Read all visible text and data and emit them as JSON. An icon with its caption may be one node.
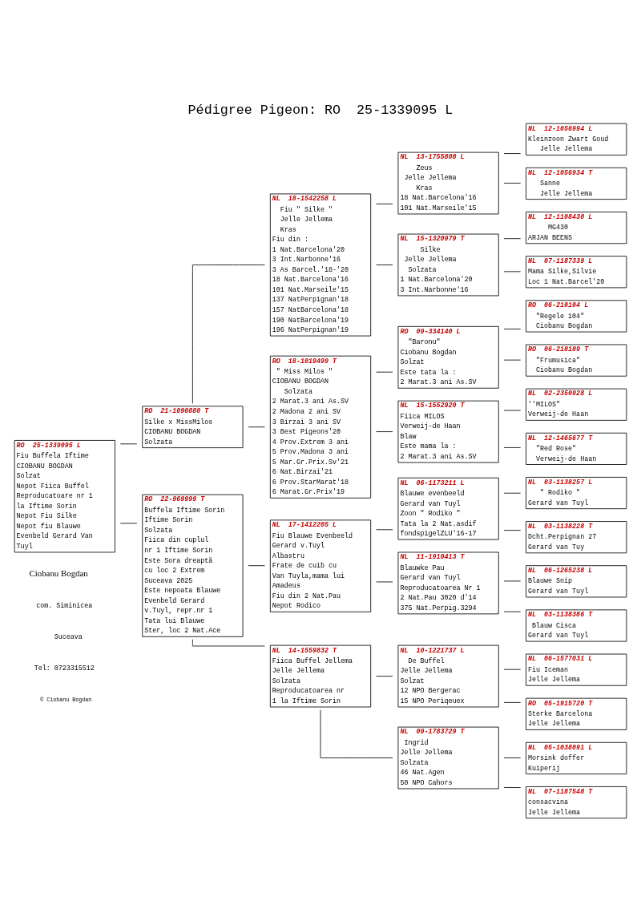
{
  "diagram": {
    "title": "Pédigree Pigeon: RO  25-1339095 L",
    "nodes": [
      {
        "text": [
          "RO  25-1339095 L",
          "Fiu Buffela Iftime",
          "CIOBANU BOGDAN",
          "Solzat",
          "Nepot Fiica Buffel",
          "Reproducatoare nr 1",
          "la Iftime Sorin",
          "Nepot Fiu Silke",
          "Nepot fiu Blauwe",
          "Evenbeld Gerard Van",
          "Tuyl"
        ]
      },
      {
        "text": [
          "RO  21-1090880 T",
          "Silke x MissMilos",
          "CIOBANU BOGDAN",
          "Solzata"
        ]
      },
      {
        "text": [
          "RO  22-969999 T",
          "Buffela Iftime Sorin",
          "Iftime Sorin",
          "Solzata",
          "Fiica din cuplul",
          "nr 1 Iftime Sorin",
          "Este Sora dreaptă",
          "cu loc 2 Extrem",
          "Suceava 2025",
          "Este nepoata Blauwe",
          "Evenbeld Gerard",
          "v.Tuyl, repr.nr 1",
          "Tata lui Blauwe",
          "Ster, loc 2 Nat.Ace"
        ]
      },
      {
        "text": [
          "NL  18-1542258 L",
          "  Fiu \" Silke \"",
          "  Jelle Jellema",
          "  Kras",
          "Fiu din :",
          "1 Nat.Barcelona'20",
          "3 Int.Narbonne'16",
          "3 As Barcel.'18-'20",
          "18 Nat.Barcelona'16",
          "101 Nat.Marseile'15",
          "137 NatPerpignan'18",
          "157 NatBarcelona'18",
          "190 NatBarcelona'19",
          "196 NatPerpignan'19"
        ]
      },
      {
        "text": [
          "RO  18-1019499 T",
          " \" Miss Milos \"",
          "CIOBANU BOGDAN",
          "   Solzata",
          "2 Marat.3 ani As.SV",
          "2 Madona 2 ani SV",
          "3 Birzai 3 ani SV",
          "3 Best Pigeons'20",
          "4 Prov.Extrem 3 ani",
          "5 Prov.Madona 3 ani",
          "5 Mar.Gr.Prix.Sv'21",
          "6 Nat.Birzai'21",
          "6 Prov.StarMarat'18",
          "6 Marat.Gr.Prix'19"
        ]
      },
      {
        "text": [
          "NL  17-1412205 L",
          "Fiu Blauwe Evenbeeld",
          "Gerard v.Tuyl",
          "Albastru",
          "Frate de cuib cu",
          "Van Tuyla,mama lui",
          "Amadeus",
          "Fiu din 2 Nat.Pau",
          "Nepot Rodico"
        ]
      },
      {
        "text": [
          "NL  14-1559832 T",
          "Fiica Buffel Jellema",
          "Jelle Jellema",
          "Solzata",
          "Reproducatoarea nr",
          "1 la Iftime Sorin"
        ]
      },
      {
        "text": [
          "NL  13-1755808 L",
          "    Zeus",
          " Jelle Jellema",
          "    Kras",
          "18 Nat.Barcelona'16",
          "101 Nat.Marseile'15"
        ]
      },
      {
        "text": [
          "NL  15-1320979 T",
          "     Silke",
          " Jelle Jellema",
          "  Solzata",
          "1 Nat.Barcelona'20",
          "3 Int.Narbonne'16"
        ]
      },
      {
        "text": [
          "RO  09-334140 L",
          "  \"Baronu\"",
          "Ciobanu Bogdan",
          "Solzat",
          "Este tata la :",
          "2 Marat.3 ani As.SV"
        ]
      },
      {
        "text": [
          "NL  15-1552920 T",
          "Fiica MILOS",
          "Verweij-de Haan",
          "Blaw",
          "Este mama la :",
          "2 Marat.3 ani As.SV"
        ]
      },
      {
        "text": [
          "NL  06-1173211 L",
          "Blauwe evenbeeld",
          "Gerard van Tuyl",
          "Zoon \" Rodiko \"",
          "Tata la 2 Nat.asdif",
          "fondspigelZLU'16-17"
        ]
      },
      {
        "text": [
          "NL  11-1910413 T",
          "Blauwke Pau",
          "Gerard van Tuyl",
          "Reproducatoarea Nr 1",
          "2 Nat.Pau 3020 d'14",
          "375 Nat.Perpig.3294"
        ]
      },
      {
        "text": [
          "NL  10-1221737 L",
          "  De Buffel",
          "Jelle Jellema",
          "Solzat",
          "12 NPO Bergerac",
          "15 NPO Periqeuex"
        ]
      },
      {
        "text": [
          "NL  09-1783729 T",
          " Ingrid",
          "Jelle Jellema",
          "Solzata",
          "46 Nat.Agen",
          "50 NPO Cahors"
        ]
      },
      {
        "text": [
          "NL  12-1056994 L",
          "Kleinzoon Zwart Goud",
          "   Jelle Jellema"
        ]
      },
      {
        "text": [
          "NL  12-1056934 T",
          "   Sanne",
          "   Jelle Jellema"
        ]
      },
      {
        "text": [
          "NL  12-1108430 L",
          "     MG430",
          "ARJAN BEENS"
        ]
      },
      {
        "text": [
          "NL  07-1187339 L",
          "Mama Silke,Silvie",
          "Loc 1 Nat.Barcel'20"
        ]
      },
      {
        "text": [
          "RO  06-210104 L",
          "  \"Regele 104\"",
          "  Ciobanu Bogdan"
        ]
      },
      {
        "text": [
          "RO  06-210109 T",
          "  \"Frumusica\"",
          "  Ciobanu Bogdan"
        ]
      },
      {
        "text": [
          "NL  02-2350928 L",
          "''MILOS\"",
          "Verweij-de Haan"
        ]
      },
      {
        "text": [
          "NL  12-1465677 T",
          "  \"Red Rose\"",
          "  Verweij-de Haan"
        ]
      },
      {
        "text": [
          "NL  03-1138257 L",
          "   \" Rodiko \"",
          "Gerard van Tuyl"
        ]
      },
      {
        "text": [
          "NL  03-1138228 T",
          "Dcht.Perpignan 27",
          "Gerard van Tuy"
        ]
      },
      {
        "text": [
          "NL  06-1265238 L",
          "Blauwe Snip",
          "Gerard van Tuyl"
        ]
      },
      {
        "text": [
          "NL  03-1138386 T",
          " Blauw Cisca",
          "Gerard van Tuyl"
        ]
      },
      {
        "text": [
          "NL  06-1577031 L",
          "Fiu Iceman",
          "Jelle Jellema"
        ]
      },
      {
        "text": [
          "RO  05-1915720 T",
          "Sterke Barcelona",
          "Jelle Jellema"
        ]
      },
      {
        "text": [
          "NL  05-1038091 L",
          "Morsink doffer",
          "Kuiperij"
        ]
      },
      {
        "text": [
          "NL  07-1187548 T",
          "consacvina",
          "Jelle Jellema"
        ]
      }
    ],
    "edges": [
      {
        "from": 0,
        "to": 1,
        "arrow": "none"
      },
      {
        "from": 0,
        "to": 2,
        "arrow": "none"
      },
      {
        "from": 1,
        "to": 3,
        "arrow": "none"
      },
      {
        "from": 1,
        "to": 4,
        "arrow": "none"
      },
      {
        "from": 2,
        "to": 5,
        "arrow": "none"
      },
      {
        "from": 2,
        "to": 6,
        "arrow": "none"
      },
      {
        "from": 3,
        "to": 7,
        "arrow": "none"
      },
      {
        "from": 3,
        "to": 8,
        "arrow": "none"
      },
      {
        "from": 4,
        "to": 9,
        "arrow": "none"
      },
      {
        "from": 4,
        "to": 10,
        "arrow": "none"
      },
      {
        "from": 5,
        "to": 11,
        "arrow": "none"
      },
      {
        "from": 5,
        "to": 12,
        "arrow": "none"
      },
      {
        "from": 6,
        "to": 13,
        "arrow": "none"
      },
      {
        "from": 6,
        "to": 14,
        "arrow": "none"
      },
      {
        "from": 7,
        "to": 15,
        "arrow": "none"
      },
      {
        "from": 7,
        "to": 16,
        "arrow": "none"
      },
      {
        "from": 8,
        "to": 17,
        "arrow": "none"
      },
      {
        "from": 8,
        "to": 18,
        "arrow": "none"
      },
      {
        "from": 9,
        "to": 19,
        "arrow": "none"
      },
      {
        "from": 9,
        "to": 20,
        "arrow": "none"
      },
      {
        "from": 10,
        "to": 21,
        "arrow": "none"
      },
      {
        "from": 10,
        "to": 22,
        "arrow": "none"
      },
      {
        "from": 11,
        "to": 23,
        "arrow": "none"
      },
      {
        "from": 11,
        "to": 24,
        "arrow": "none"
      },
      {
        "from": 12,
        "to": 25,
        "arrow": "none"
      },
      {
        "from": 12,
        "to": 26,
        "arrow": "none"
      },
      {
        "from": 13,
        "to": 27,
        "arrow": "none"
      },
      {
        "from": 13,
        "to": 28,
        "arrow": "none"
      },
      {
        "from": 14,
        "to": 29,
        "arrow": "none"
      },
      {
        "from": 14,
        "to": 30,
        "arrow": "none"
      }
    ],
    "labels": [
      "Ciobanu Bogdan",
      "com. Siminicea",
      "  Suceava",
      "Tel: 0723315512",
      "© Ciobanu Bogdan"
    ]
  }
}
